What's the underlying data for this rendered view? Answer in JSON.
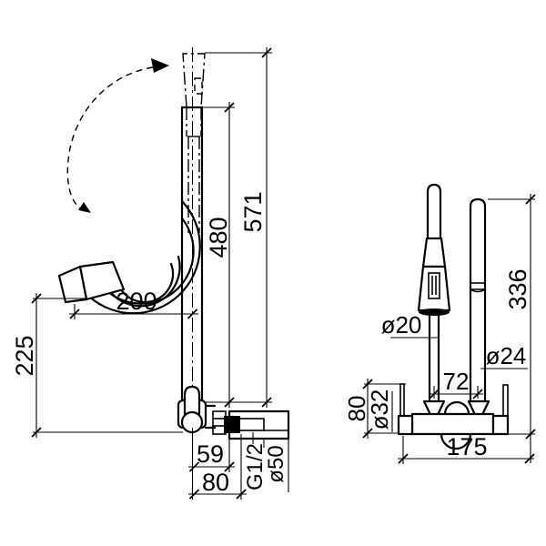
{
  "meta": {
    "drawing_type": "kitchen faucet installation dimension drawing",
    "background_color": "#ffffff",
    "line_color": "#000000",
    "views": [
      "side view with pull-out spray positions",
      "front view of wall-mount body"
    ]
  },
  "side_view": {
    "total_height": "571",
    "spout_height": "480",
    "spout_reach": "200",
    "head_clearance": "225",
    "depth_to_wall": "59",
    "depth_overall": "80",
    "thread_size": "G1/2",
    "flange_diameter": "ø50"
  },
  "front_view": {
    "spout_tube_height": "336",
    "hose_diameter": "ø20",
    "spout_tube_diameter": "ø24",
    "tube_center_distance": "72",
    "body_height": "80",
    "body_diameter": "ø32",
    "body_width": "175"
  }
}
